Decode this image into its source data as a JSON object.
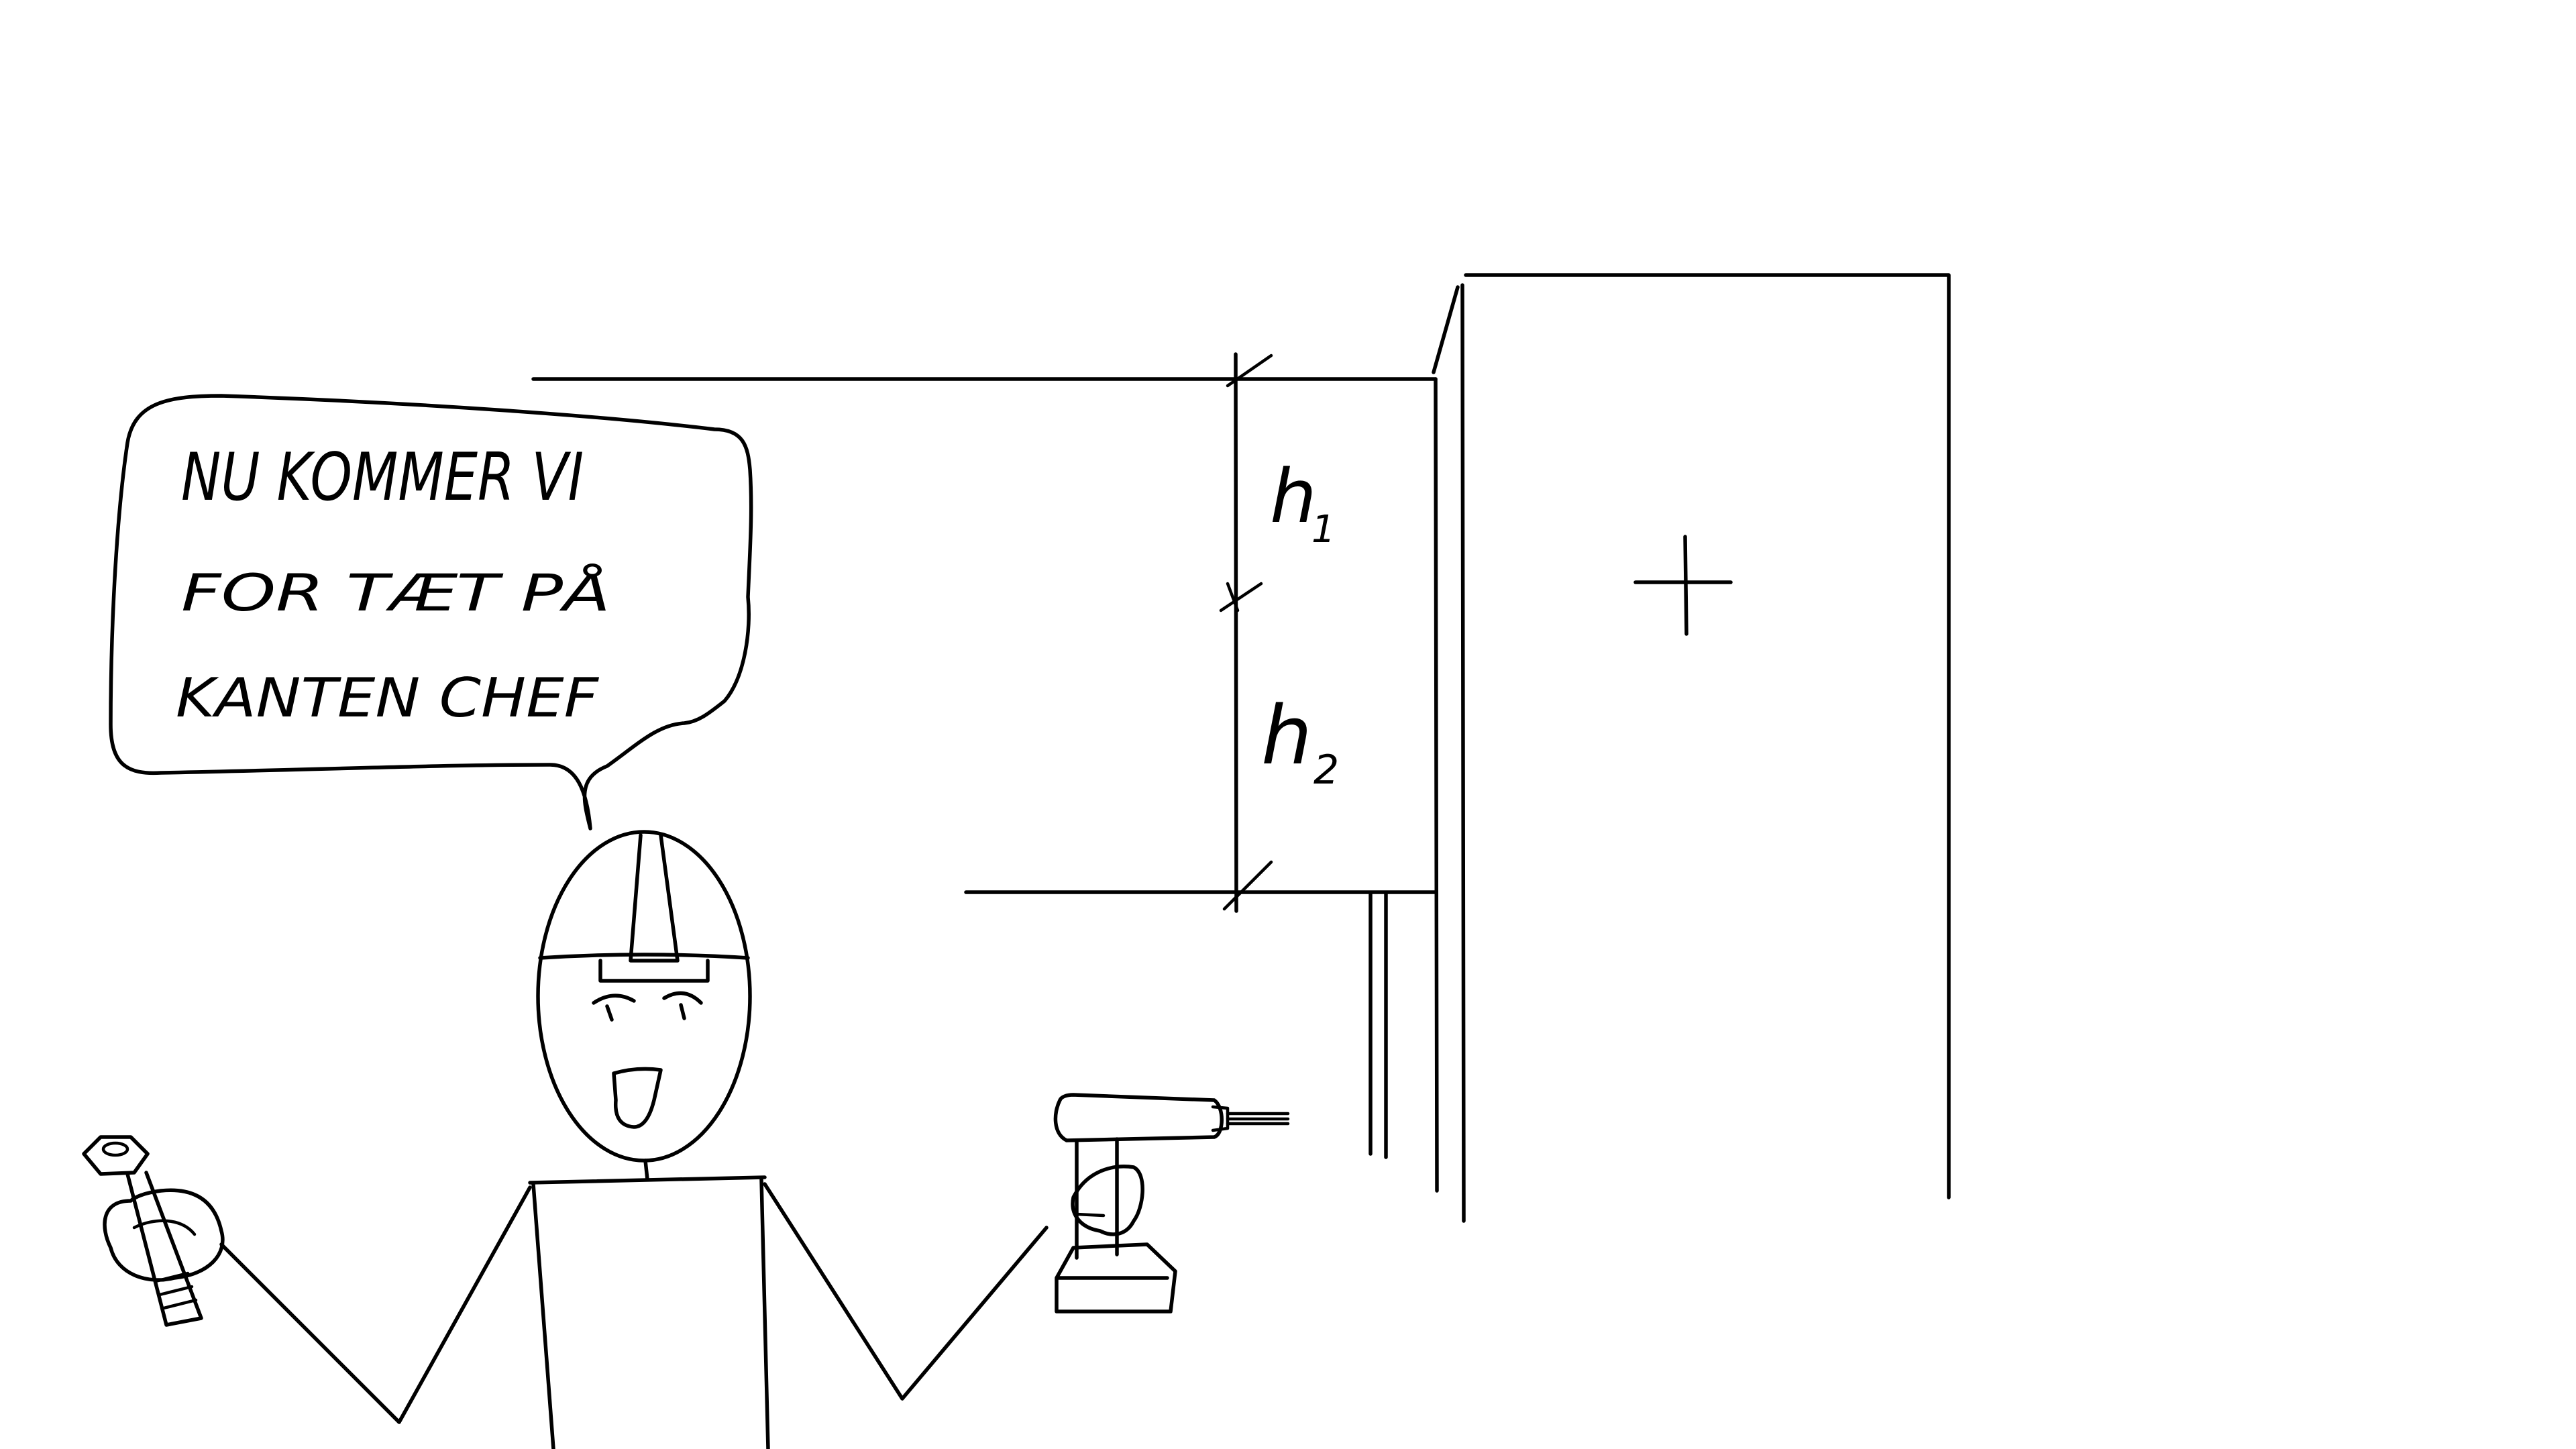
{
  "speech": {
    "line1": "NU KOMMER VI",
    "line2": "FOR TÆT PÅ",
    "line3": "KANTEN CHEF"
  },
  "labels": {
    "h1_main": "h",
    "h1_sub": "1",
    "h2_main": "h",
    "h2_sub": "2"
  }
}
